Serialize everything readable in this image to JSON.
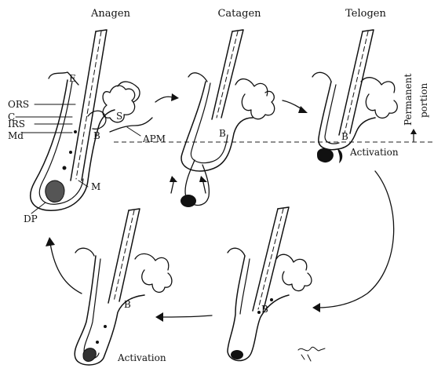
{
  "stages": {
    "anagen": "Anagen",
    "catagen": "Catagen",
    "telogen": "Telogen"
  },
  "labels": {
    "e": "E",
    "ors": "ORS",
    "irs": "IRS",
    "c": "C",
    "md": "Md",
    "m": "M",
    "dp": "DP",
    "s": "S",
    "b": "B",
    "apm": "APM",
    "activation": "Activation",
    "permanent": "Permanent",
    "portion": "portion"
  }
}
